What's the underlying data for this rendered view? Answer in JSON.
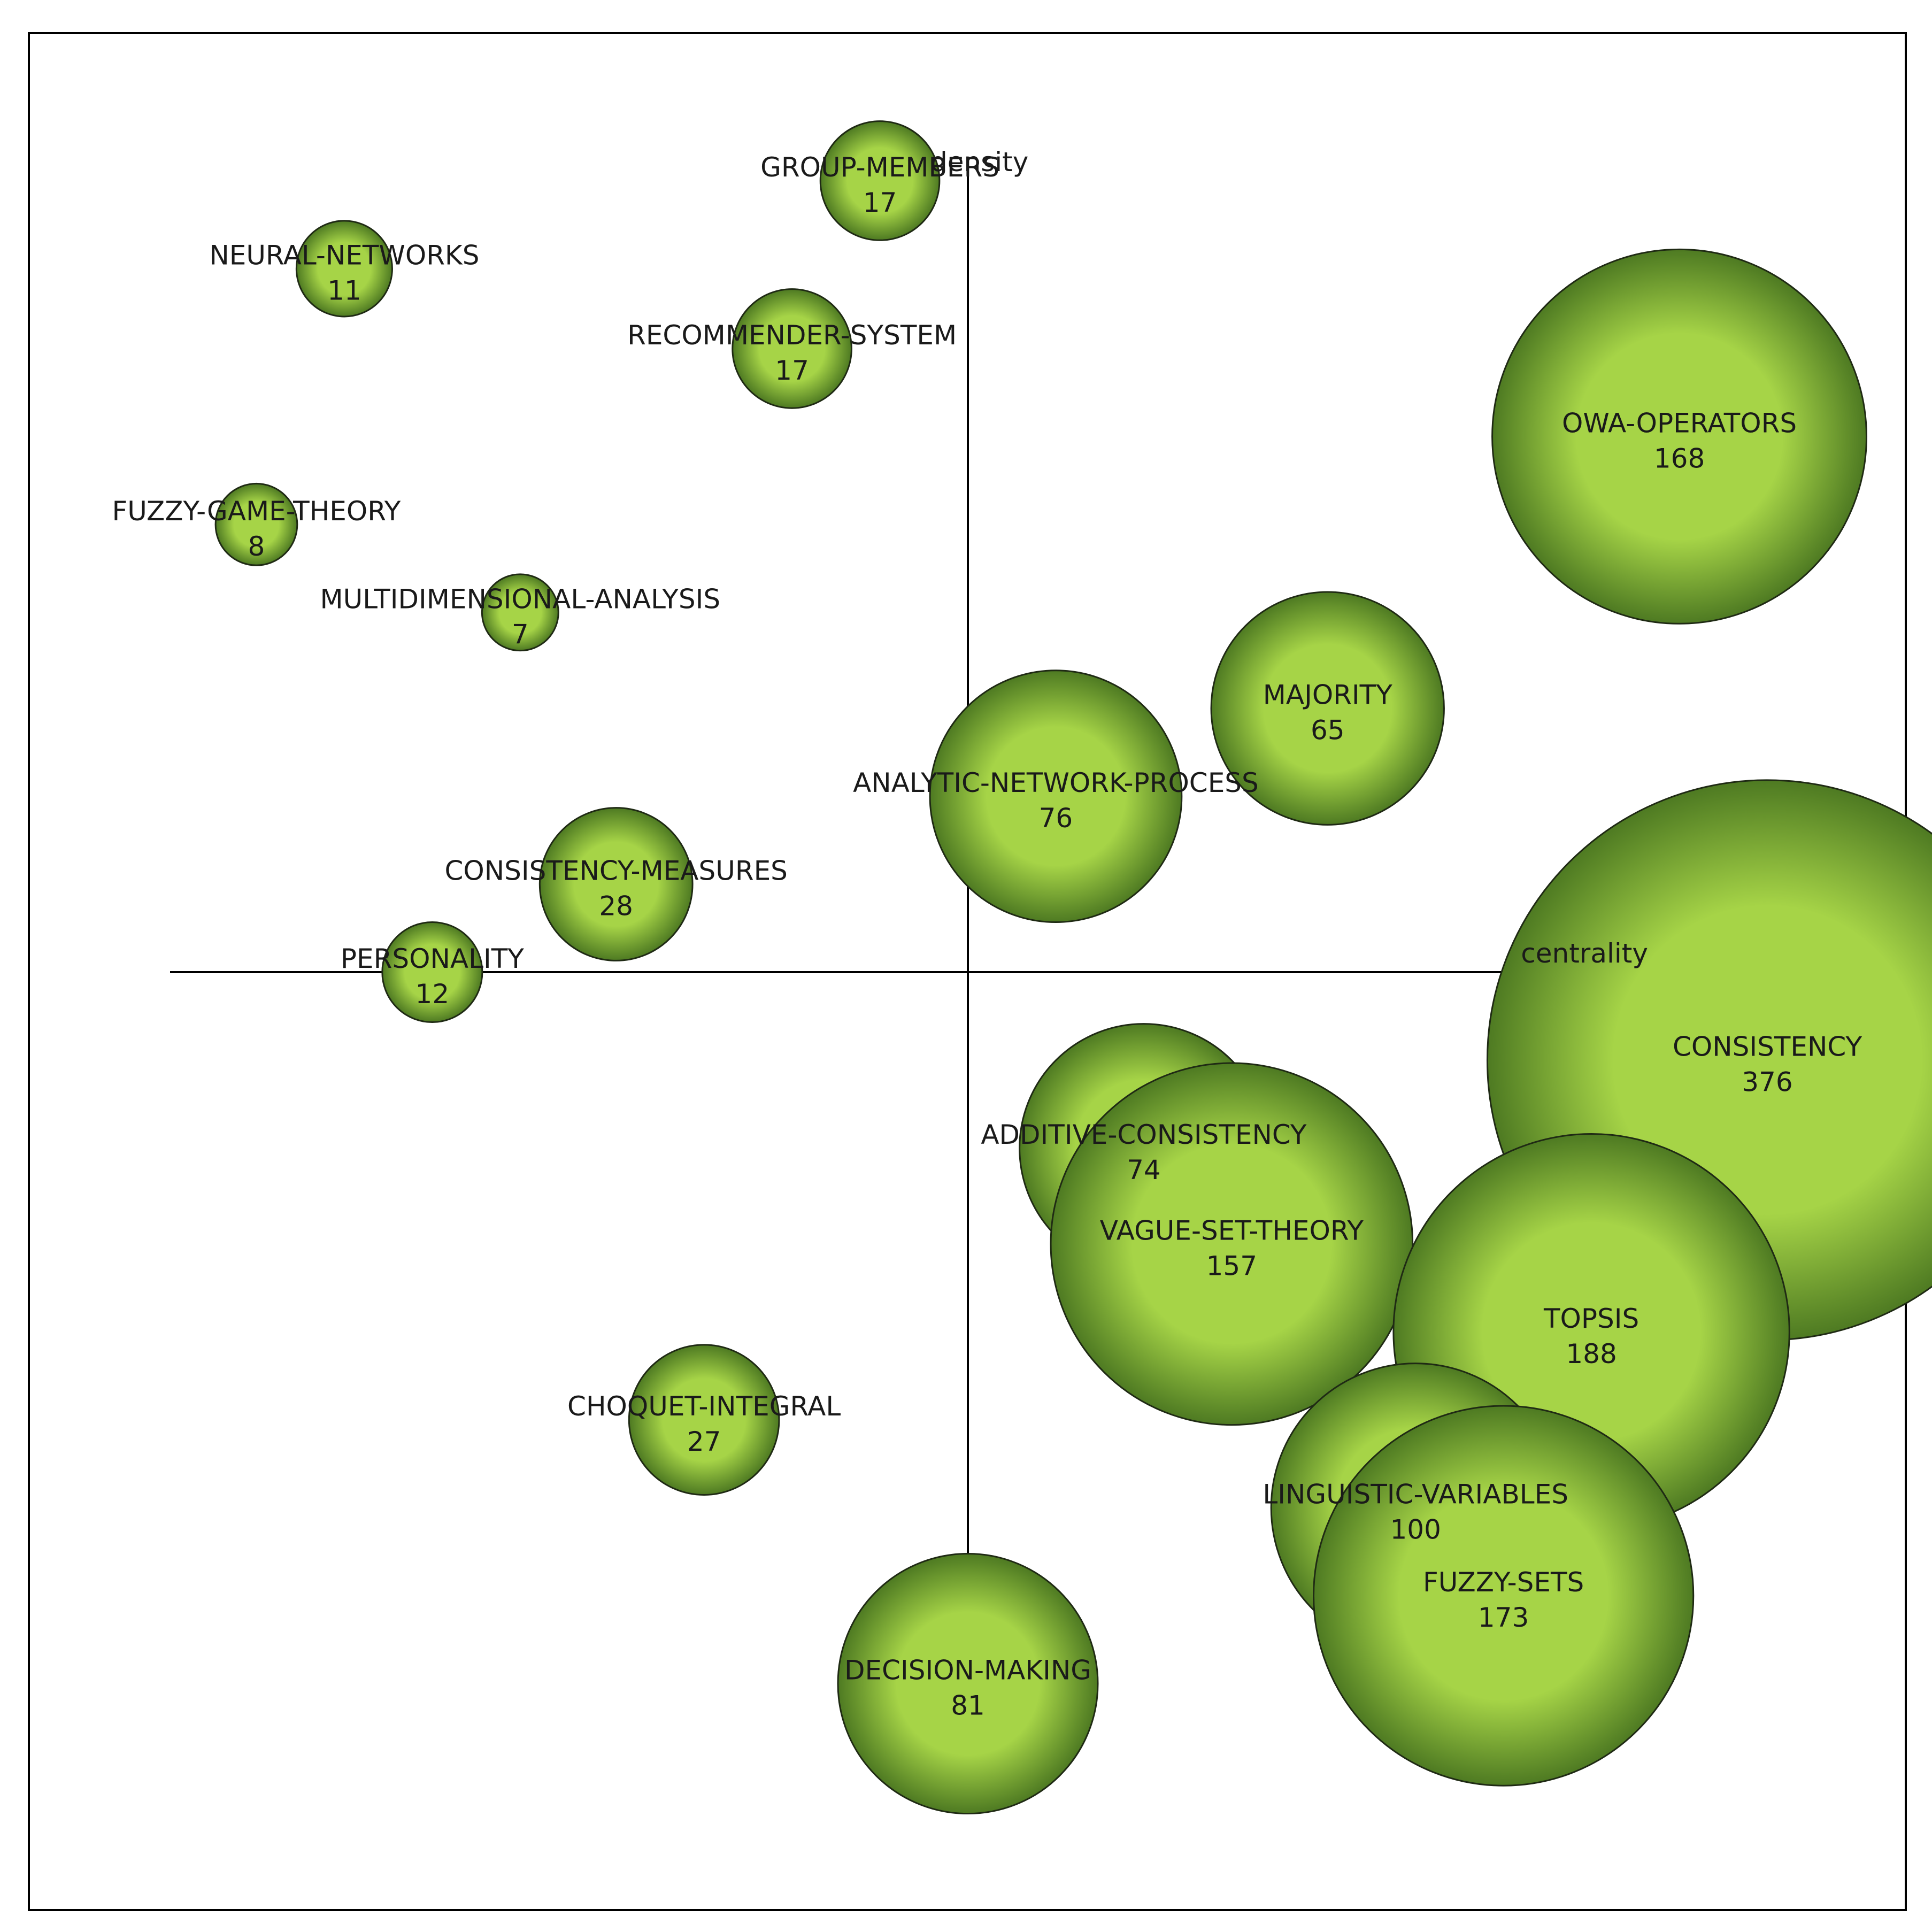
{
  "chart_data": {
    "type": "scatter",
    "title": "",
    "xlabel": "centrality",
    "ylabel": "density",
    "xlim": [
      -1,
      1
    ],
    "ylim": [
      -1,
      1
    ],
    "grid": false,
    "colors": {
      "bubble_center": "#a6d447",
      "bubble_edge": "#4e7a22",
      "bubble_stroke": "#1f2a14",
      "text": "#1a1a1a"
    },
    "points": [
      {
        "label": "GROUP-MEMBERS",
        "value": "17",
        "x": -0.11,
        "y": 0.99
      },
      {
        "label": "NEURAL-NETWORKS",
        "value": "11",
        "x": -0.78,
        "y": 0.88
      },
      {
        "label": "RECOMMENDER-SYSTEM",
        "value": "17",
        "x": -0.22,
        "y": 0.78
      },
      {
        "label": "OWA-OPERATORS",
        "value": "168",
        "x": 0.89,
        "y": 0.67
      },
      {
        "label": "FUZZY-GAME-THEORY",
        "value": "8",
        "x": -0.89,
        "y": 0.56
      },
      {
        "label": "MULTIDIMENSIONAL-ANALYSIS",
        "value": "7",
        "x": -0.56,
        "y": 0.45
      },
      {
        "label": "MAJORITY",
        "value": "65",
        "x": 0.45,
        "y": 0.33
      },
      {
        "label": "ANALYTIC-NETWORK-PROCESS",
        "value": "76",
        "x": 0.11,
        "y": 0.22
      },
      {
        "label": "CONSISTENCY-MEASURES",
        "value": "28",
        "x": -0.44,
        "y": 0.11
      },
      {
        "label": "PERSONALITY",
        "value": "12",
        "x": -0.67,
        "y": 0.0
      },
      {
        "label": "CONSISTENCY",
        "value": "376",
        "x": 1.0,
        "y": -0.11
      },
      {
        "label": "ADDITIVE-CONSISTENCY",
        "value": "74",
        "x": 0.22,
        "y": -0.22
      },
      {
        "label": "VAGUE-SET-THEORY",
        "value": "157",
        "x": 0.33,
        "y": -0.34
      },
      {
        "label": "TOPSIS",
        "value": "188",
        "x": 0.78,
        "y": -0.45
      },
      {
        "label": "CHOQUET-INTEGRAL",
        "value": "27",
        "x": -0.33,
        "y": -0.56
      },
      {
        "label": "LINGUISTIC-VARIABLES",
        "value": "100",
        "x": 0.56,
        "y": -0.67
      },
      {
        "label": "FUZZY-SETS",
        "value": "173",
        "x": 0.67,
        "y": -0.78
      },
      {
        "label": "DECISION-MAKING",
        "value": "81",
        "x": 0.0,
        "y": -0.89
      }
    ]
  }
}
